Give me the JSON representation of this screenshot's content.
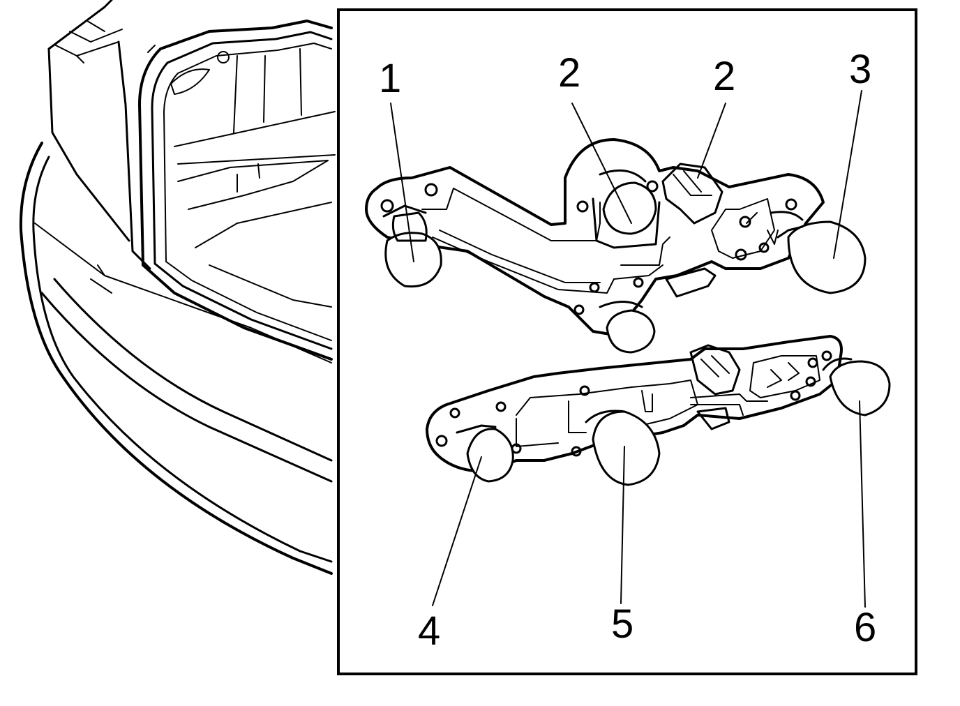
{
  "callouts": {
    "c1": "1",
    "c2a": "2",
    "c2b": "2",
    "c3": "3",
    "c4": "4",
    "c5": "5",
    "c6": "6"
  },
  "colors": {
    "line": "#000000",
    "background": "#ffffff"
  }
}
